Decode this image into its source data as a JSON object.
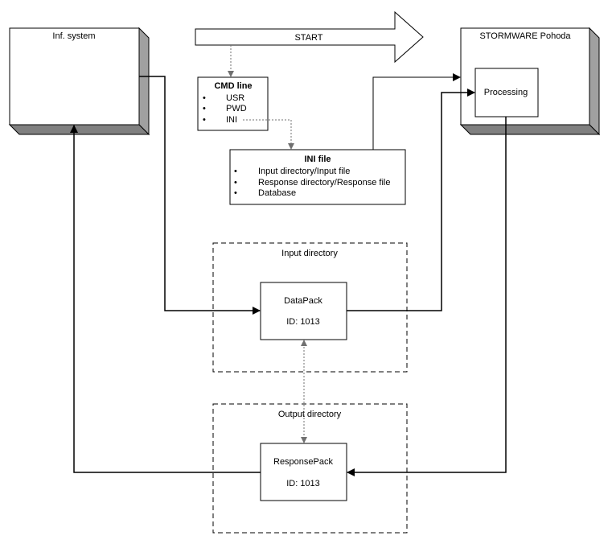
{
  "inf_system": {
    "title": "Inf. system"
  },
  "start_arrow": {
    "label": "START"
  },
  "pohoda": {
    "title": "STORMWARE Pohoda",
    "processing": "Processing"
  },
  "cmd_line": {
    "title": "CMD line",
    "items": [
      "USR",
      "PWD",
      "INI"
    ]
  },
  "ini_file": {
    "title": "INI file",
    "items": [
      "Input directory/Input file",
      "Response directory/Response file",
      "Database"
    ]
  },
  "input_directory": {
    "label": "Input directory"
  },
  "output_directory": {
    "label": "Output directory"
  },
  "datapack": {
    "name": "DataPack",
    "id": "ID: 1013"
  },
  "responsepack": {
    "name": "ResponsePack",
    "id": "ID: 1013"
  },
  "colors": {
    "line": "#000000",
    "bevel_side": "#a0a0a0",
    "bevel_bottom": "#808080",
    "dotted": "#707070"
  }
}
